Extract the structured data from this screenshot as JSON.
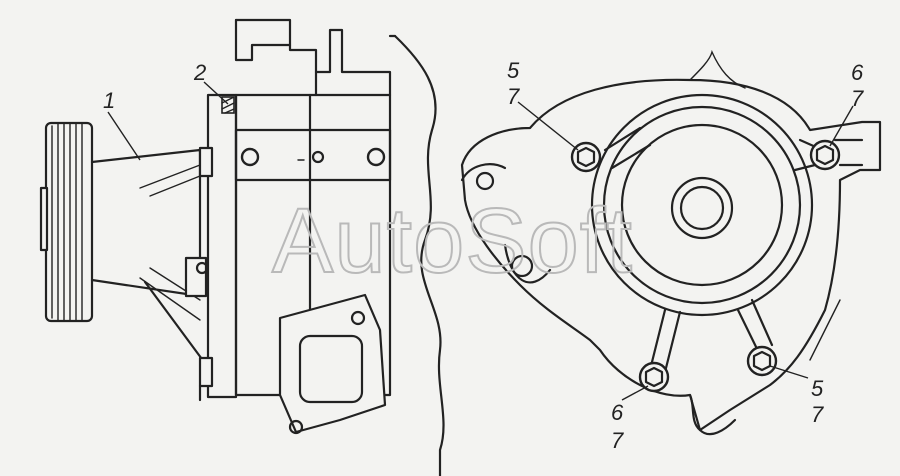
{
  "watermark": "AutoSoft",
  "callouts": {
    "c1": "1",
    "c2": "2",
    "c5a": "5",
    "c7a": "7",
    "c6b": "6",
    "c7b": "7",
    "c6c": "6",
    "c7c": "7",
    "c5d": "5",
    "c7d": "7"
  }
}
